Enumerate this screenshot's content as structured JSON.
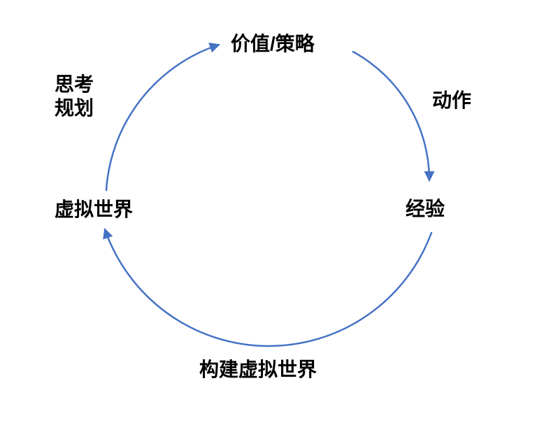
{
  "diagram": {
    "title_hint": "agent-environment cycle",
    "arrow_color": "#4472C4",
    "text_color": "#000000",
    "nodes": {
      "value_strategy": "价值/策略",
      "experience": "经验",
      "virtual_world": "虚拟世界"
    },
    "edge_labels": {
      "think_plan_line1": "思考",
      "think_plan_line2": "规划",
      "action": "动作",
      "build_virtual_world": "构建虚拟世界"
    }
  }
}
